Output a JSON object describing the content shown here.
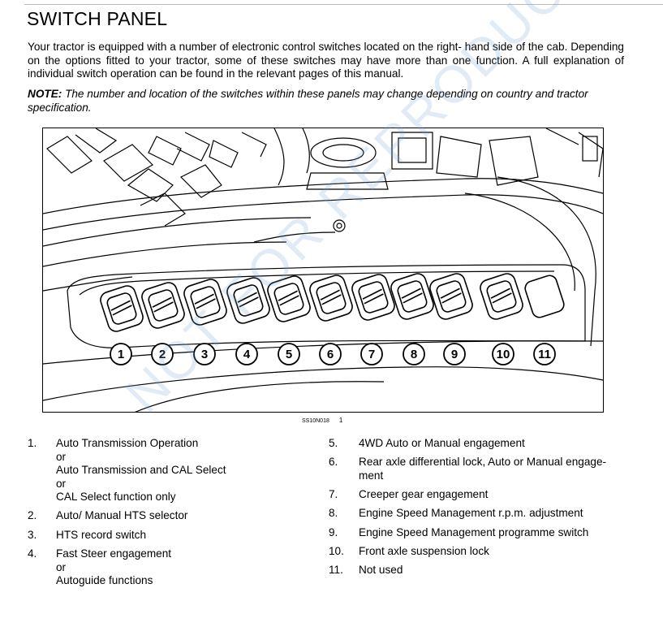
{
  "title": "SWITCH PANEL",
  "intro": "Your tractor is equipped with a number of electronic control switches located on the right- hand side of the cab. Depending on the options fitted to your tractor, some of these switches may have more than one function.  A full explanation of individual switch operation can be found in the relevant pages of this manual.",
  "note": {
    "label": "NOTE:",
    "text": " The number and location of the switches within these panels may change depending on country and tractor specification."
  },
  "figure": {
    "callouts": [
      "1",
      "2",
      "3",
      "4",
      "5",
      "6",
      "7",
      "8",
      "9",
      "10",
      "11"
    ],
    "reference_code": "SS10N018",
    "reference_number": "1"
  },
  "legend_left": [
    {
      "num": "1.",
      "lines": [
        "Auto Transmission Operation",
        "or",
        "Auto Transmission and CAL Select",
        "or",
        "CAL Select function only"
      ]
    },
    {
      "num": "2.",
      "lines": [
        "Auto/ Manual HTS selector"
      ]
    },
    {
      "num": "3.",
      "lines": [
        "HTS record switch"
      ]
    },
    {
      "num": "4.",
      "lines": [
        "Fast Steer engagement",
        "or",
        "Autoguide functions"
      ]
    }
  ],
  "legend_right": [
    {
      "num": "5.",
      "lines": [
        "4WD Auto or Manual engagement"
      ]
    },
    {
      "num": "6.",
      "lines": [
        "Rear axle differential lock, Auto or Manual engage-",
        "ment"
      ]
    },
    {
      "num": "7.",
      "lines": [
        "Creeper gear engagement"
      ]
    },
    {
      "num": "8.",
      "lines": [
        "Engine Speed Management r.p.m.  adjustment"
      ]
    },
    {
      "num": "9.",
      "lines": [
        "Engine Speed Management programme switch"
      ]
    },
    {
      "num": "10.",
      "lines": [
        "Front axle suspension lock"
      ]
    },
    {
      "num": "11.",
      "lines": [
        "Not used"
      ]
    }
  ],
  "watermark": "NOT FOR REPRODUCTION"
}
